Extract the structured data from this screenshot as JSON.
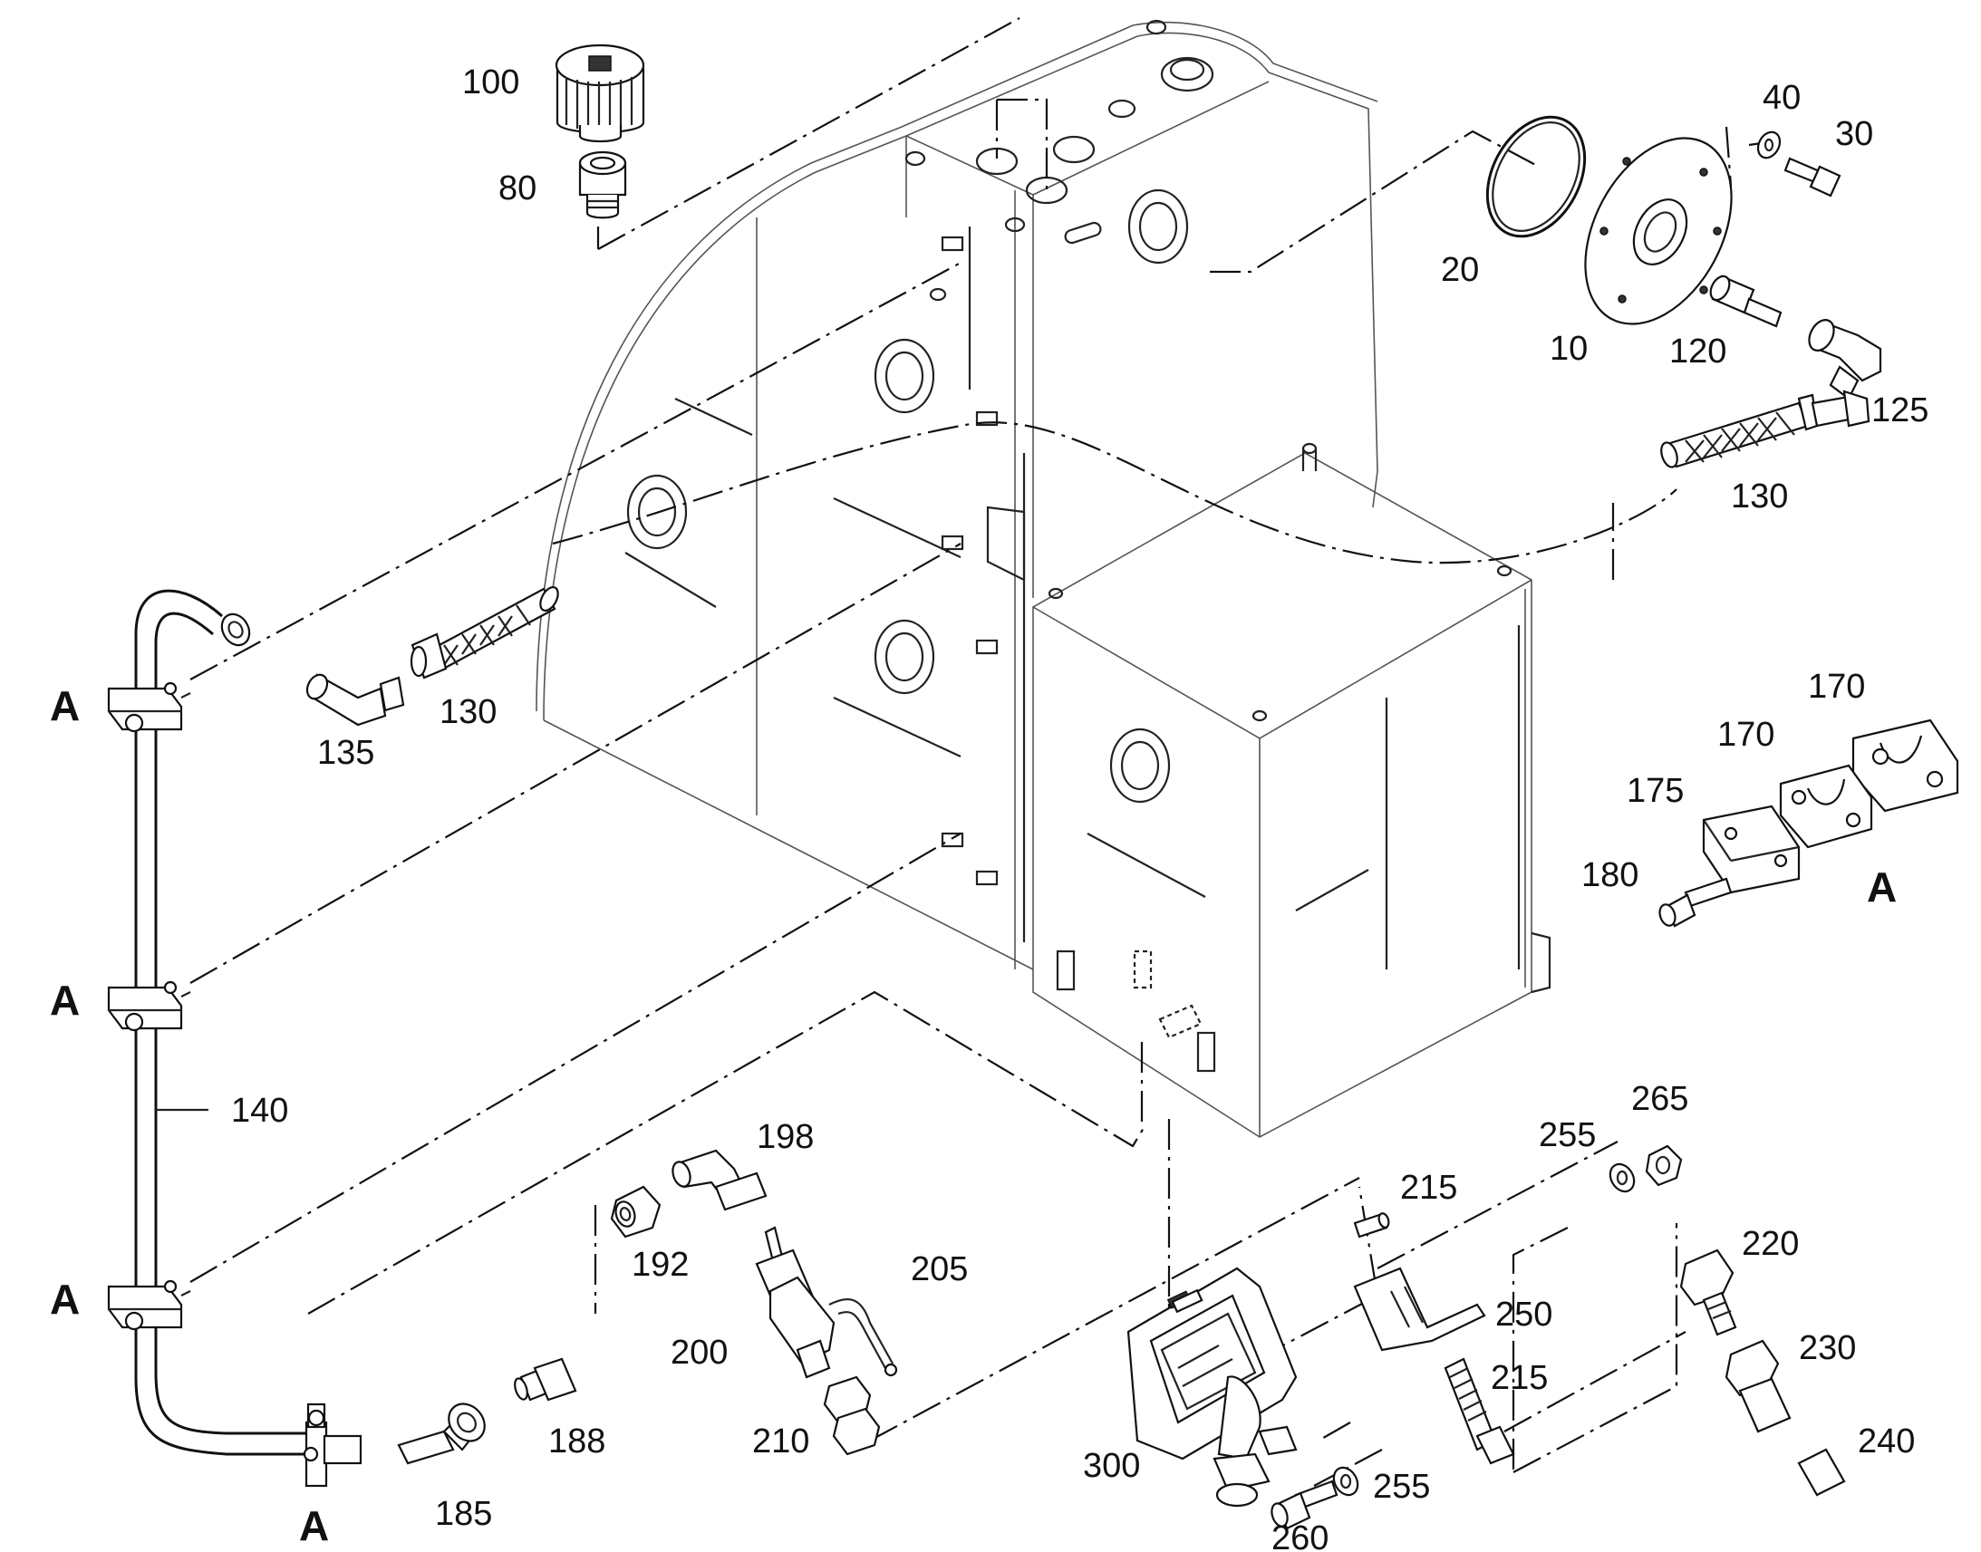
{
  "diagram": {
    "detail_label": "A",
    "part_labels": [
      {
        "id": "p100",
        "text": "100"
      },
      {
        "id": "p80",
        "text": "80"
      },
      {
        "id": "p40",
        "text": "40"
      },
      {
        "id": "p30",
        "text": "30"
      },
      {
        "id": "p20",
        "text": "20"
      },
      {
        "id": "p10",
        "text": "10"
      },
      {
        "id": "p120",
        "text": "120"
      },
      {
        "id": "p125",
        "text": "125"
      },
      {
        "id": "p130a",
        "text": "130"
      },
      {
        "id": "p130b",
        "text": "130"
      },
      {
        "id": "p135",
        "text": "135"
      },
      {
        "id": "p140",
        "text": "140"
      },
      {
        "id": "p170a",
        "text": "170"
      },
      {
        "id": "p170b",
        "text": "170"
      },
      {
        "id": "p175",
        "text": "175"
      },
      {
        "id": "p180",
        "text": "180"
      },
      {
        "id": "p185",
        "text": "185"
      },
      {
        "id": "p188",
        "text": "188"
      },
      {
        "id": "p192",
        "text": "192"
      },
      {
        "id": "p198",
        "text": "198"
      },
      {
        "id": "p200",
        "text": "200"
      },
      {
        "id": "p205",
        "text": "205"
      },
      {
        "id": "p210",
        "text": "210"
      },
      {
        "id": "p215a",
        "text": "215"
      },
      {
        "id": "p215b",
        "text": "215"
      },
      {
        "id": "p220",
        "text": "220"
      },
      {
        "id": "p230",
        "text": "230"
      },
      {
        "id": "p240",
        "text": "240"
      },
      {
        "id": "p250",
        "text": "250"
      },
      {
        "id": "p255a",
        "text": "255"
      },
      {
        "id": "p255b",
        "text": "255"
      },
      {
        "id": "p260",
        "text": "260"
      },
      {
        "id": "p265",
        "text": "265"
      },
      {
        "id": "p300",
        "text": "300"
      }
    ]
  }
}
